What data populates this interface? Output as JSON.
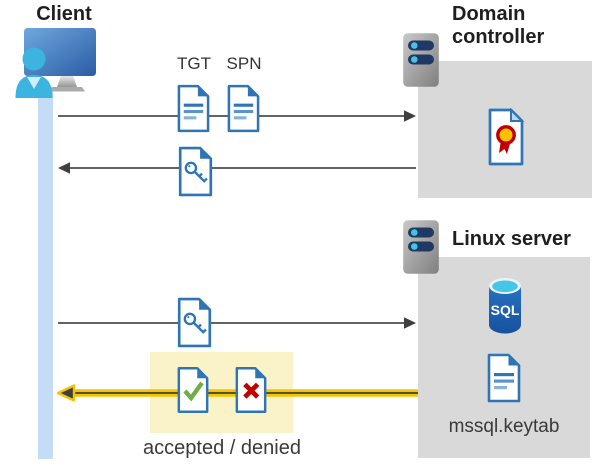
{
  "client": {
    "label": "Client"
  },
  "domain_controller": {
    "title": "Domain controller"
  },
  "linux_server": {
    "title": "Linux server",
    "sql_label": "SQL",
    "keytab_label": "mssql.keytab"
  },
  "flow": {
    "tgt_label": "TGT",
    "spn_label": "SPN",
    "result_label": "accepted / denied"
  },
  "icons": {
    "client": "user-at-monitor-icon",
    "server": "server-icon",
    "ticket_documents": "document-icon",
    "key_document": "key-document-icon",
    "certificate": "certificate-icon",
    "sql_database": "sql-database-icon",
    "accepted": "check-document-icon",
    "denied": "x-document-icon"
  },
  "colors": {
    "document_blue": "#2E75B6",
    "box_gray": "#D9D9D9",
    "highlight_yellow_fill": "#FAF3C8",
    "arrow_gray": "#4D4D4D",
    "arrow_highlight_yellow": "#F5C400",
    "lifeline_blue": "#C5DCF7",
    "person_cyan": "#3CB4E0",
    "server_bar_navy": "#1F3864",
    "accept_green": "#70AD47",
    "deny_red": "#C00000",
    "certificate_yellow": "#FFC000"
  }
}
